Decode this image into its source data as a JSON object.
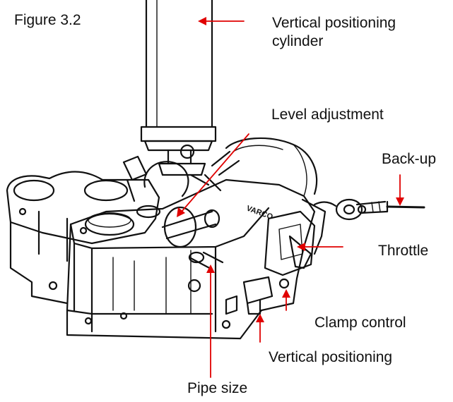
{
  "figure": {
    "title": "Figure 3.2",
    "labels": {
      "vertical_positioning_cylinder_line1": "Vertical positioning",
      "vertical_positioning_cylinder_line2": "cylinder",
      "level_adjustment": "Level adjustment",
      "back_up": "Back-up",
      "throttle": "Throttle",
      "clamp_control": "Clamp control",
      "vertical_positioning": "Vertical positioning",
      "pipe_size": "Pipe size"
    },
    "colors": {
      "arrow": "#e00000",
      "ink": "#111111"
    }
  }
}
